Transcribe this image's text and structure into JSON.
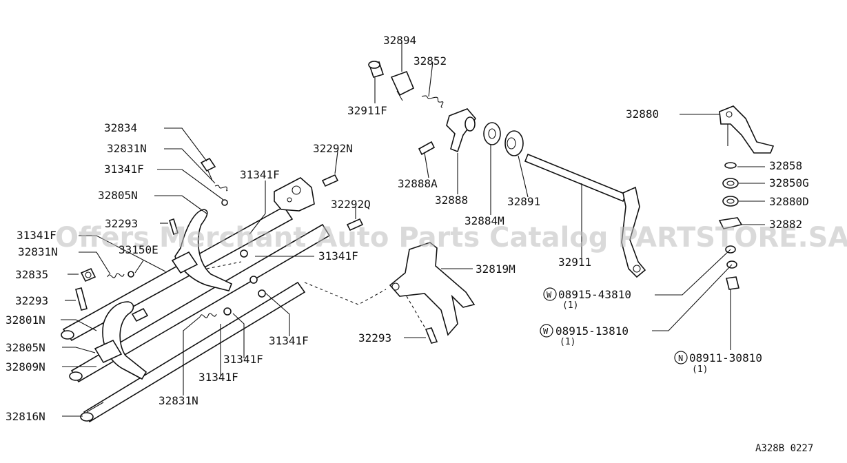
{
  "watermark": "Offers Merchant Auto Parts Catalog PARTSTORE.SA",
  "reference_code": "A328B 0227",
  "labels": {
    "p32894": "32894",
    "p32852": "32852",
    "p32911F": "32911F",
    "p32880": "32880",
    "p32834": "32834",
    "p32831N_top": "32831N",
    "p31341F_a": "31341F",
    "p31341F_b": "31341F",
    "p32292N": "32292N",
    "p32805N_top": "32805N",
    "p32292Q": "32292Q",
    "p32888A": "32888A",
    "p32888": "32888",
    "p32891": "32891",
    "p32884M": "32884M",
    "p32858": "32858",
    "p32850G": "32850G",
    "p32880D": "32880D",
    "p32882": "32882",
    "p32293_top": "32293",
    "p31341F_left": "31341F",
    "p32831N_left": "32831N",
    "p33150E": "33150E",
    "p31341F_mid": "31341F",
    "p32819M": "32819M",
    "p32911": "32911",
    "p32835": "32835",
    "p32293_left": "32293",
    "p32801N": "32801N",
    "p31341F_low1": "31341F",
    "p32805N_low": "32805N",
    "p32809N": "32809N",
    "p31341F_low2": "31341F",
    "p31341F_low3": "31341F",
    "p32293_low": "32293",
    "p32831N_low": "32831N",
    "p32816N": "32816N",
    "p08915_43810": "08915-43810",
    "p08915_13810": "08915-13810",
    "p08911_30810": "08911-30810",
    "qty_1a": "(1)",
    "qty_1b": "(1)",
    "qty_1c": "(1)"
  },
  "symbols": {
    "washer_w": "W",
    "nut_n": "N"
  }
}
